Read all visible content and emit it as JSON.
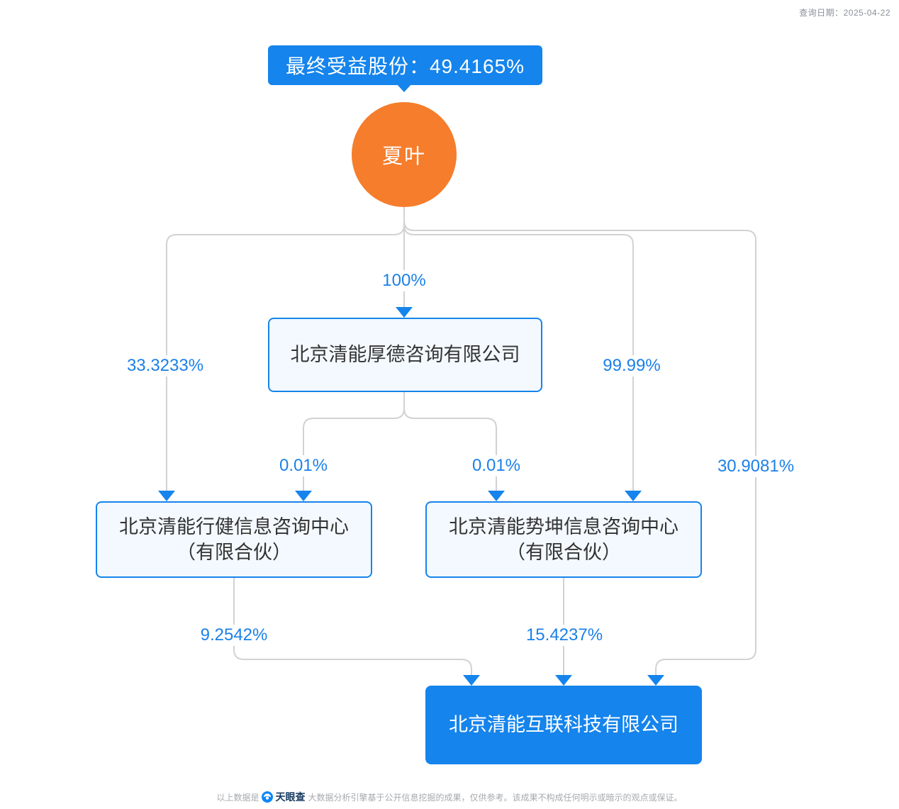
{
  "header": {
    "query_date": "查询日期：2025-04-22"
  },
  "banner": {
    "label": "最终受益股份：49.4165%"
  },
  "nodes": {
    "person": {
      "name": "夏叶"
    },
    "houde": {
      "name": "北京清能厚德咨询有限公司"
    },
    "xingjian": {
      "name": "北京清能行健信息咨询中心",
      "suffix": "（有限合伙）"
    },
    "shikun": {
      "name": "北京清能势坤信息咨询中心",
      "suffix": "（有限合伙）"
    },
    "target": {
      "name": "北京清能互联科技有限公司"
    }
  },
  "edges": {
    "person_to_houde": "100%",
    "person_to_xingjian": "33.3233%",
    "person_to_shikun": "99.99%",
    "person_to_target": "30.9081%",
    "houde_to_xingjian": "0.01%",
    "houde_to_shikun": "0.01%",
    "xingjian_to_target": "9.2542%",
    "shikun_to_target": "15.4237%"
  },
  "footer": {
    "prefix": "以上数据是",
    "brand": "天眼查",
    "suffix": "大数据分析引擎基于公开信息挖掘的成果，仅供参考。该成果不构成任何明示或暗示的观点或保证。"
  },
  "colors": {
    "accent_blue": "#1584ec",
    "percent_blue": "#1b80e8",
    "person_orange": "#f57d2c",
    "line_gray": "#d2d2d2"
  }
}
